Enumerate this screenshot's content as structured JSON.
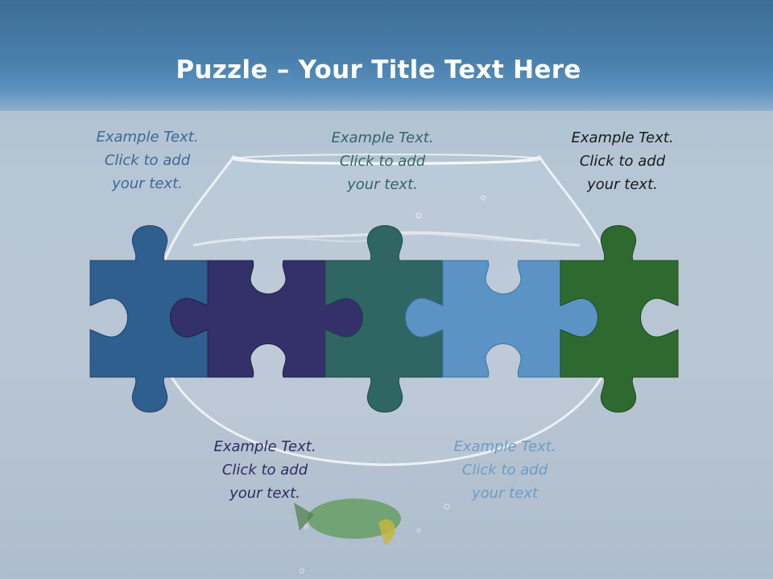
{
  "slide": {
    "title_bold": "Puzzle",
    "title_rest": " – Your Title Text Here"
  },
  "captions": [
    {
      "line1": "Example Text.",
      "line2": "Click  to add",
      "line3": "your text.",
      "color": "#3f6896"
    },
    {
      "line1": "Example Text.",
      "line2": "Click  to add",
      "line3": "your text.",
      "color": "#36655f"
    },
    {
      "line1": "Example Text.",
      "line2": "Click  to add",
      "line3": "your text.",
      "color": "#1a1a1a"
    },
    {
      "line1": "Example Text.",
      "line2": "Click  to add",
      "line3": "your text.",
      "color": "#2e2d5e"
    },
    {
      "line1": "Example Text.",
      "line2": "Click  to add",
      "line3": "your text",
      "color": "#6f9cc4"
    }
  ],
  "pieces": [
    {
      "name": "blue",
      "color": "#2e5f8f"
    },
    {
      "name": "navy",
      "color": "#33306a"
    },
    {
      "name": "teal",
      "color": "#2f6664"
    },
    {
      "name": "light-blue",
      "color": "#5a93c4"
    },
    {
      "name": "green",
      "color": "#2e6a2f"
    }
  ]
}
